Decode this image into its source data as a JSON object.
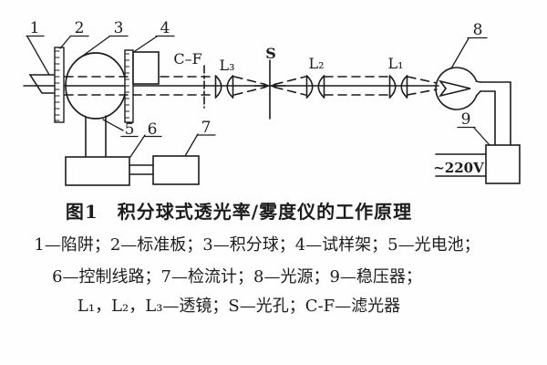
{
  "figure_caption": {
    "title": "图1　积分球式透光率/雾度仪的工作原理",
    "legend_line_1": "1—陷阱；2—标准板；3—积分球；4—试样架；5—光电池；",
    "legend_line_2": "6—控制线路；7—检流计；8—光源；9—稳压器；",
    "legend_line_3": "L₁，L₂，L₃—透镜；S—光孔；C-F—滤光器"
  },
  "diagram_labels": {
    "trap": "1",
    "standard_plate": "2",
    "integrating_sphere": "3",
    "sample_rack": "4",
    "photocell": "5",
    "control_circuit": "6",
    "galvanometer": "7",
    "light_source": "8",
    "voltage_stabilizer": "9",
    "filter": "C–F",
    "lens_3": "L₃",
    "aperture": "S",
    "lens_2": "L₂",
    "lens_1": "L₁",
    "mains_voltage": "~220V"
  },
  "colors": {
    "ink": "#1c1c1c",
    "background": "#fefefe"
  }
}
